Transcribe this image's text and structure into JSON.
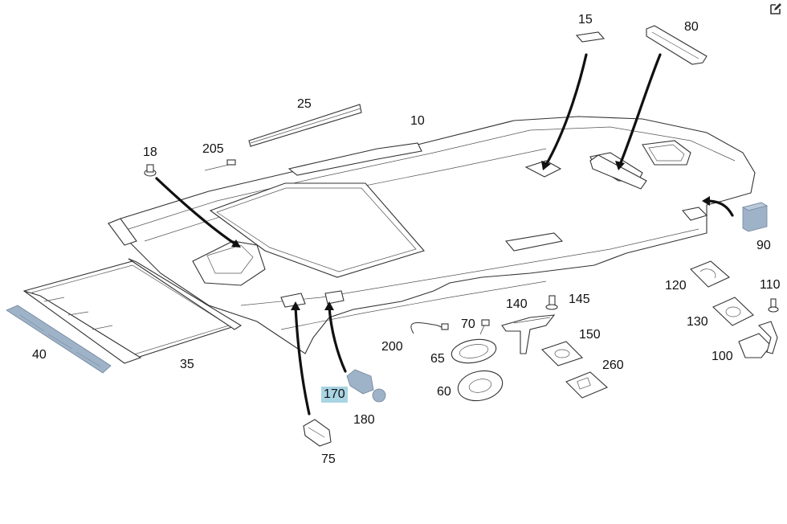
{
  "diagram": {
    "title": "Headliner exploded parts view",
    "highlight_color": "#a9d4e3",
    "part_color_blue": "#9fb3c8",
    "callouts": {
      "p10": "10",
      "p15": "15",
      "p18": "18",
      "p25": "25",
      "p35": "35",
      "p40": "40",
      "p60": "60",
      "p65": "65",
      "p70": "70",
      "p75": "75",
      "p80": "80",
      "p90": "90",
      "p100": "100",
      "p110": "110",
      "p120": "120",
      "p130": "130",
      "p140": "140",
      "p145": "145",
      "p150": "150",
      "p170": "170",
      "p180": "180",
      "p200": "200",
      "p205": "205",
      "p260": "260"
    },
    "highlighted_callout": "170",
    "external_link_icon": "open-in-new-icon"
  }
}
